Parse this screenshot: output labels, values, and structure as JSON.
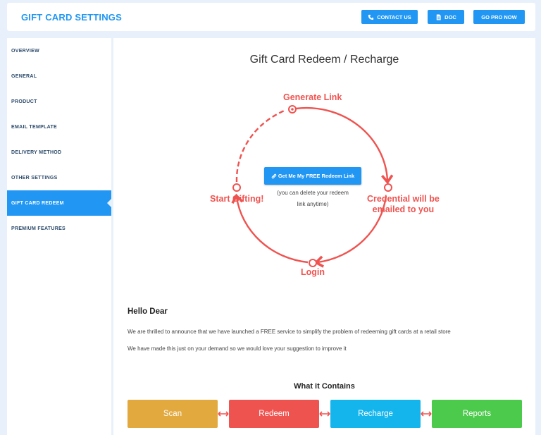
{
  "header": {
    "title": "GIFT CARD SETTINGS",
    "buttons": {
      "contact": "CONTACT US",
      "doc": "DOC",
      "pro": "GO PRO NOW"
    }
  },
  "sidebar": {
    "items": [
      {
        "label": "OVERVIEW"
      },
      {
        "label": "GENERAL"
      },
      {
        "label": "PRODUCT"
      },
      {
        "label": "EMAIL TEMPLATE"
      },
      {
        "label": "DELIVERY METHOD"
      },
      {
        "label": "OTHER SETTINGS"
      },
      {
        "label": "GIFT CARD REDEEM",
        "active": true
      },
      {
        "label": "PREMIUM FEATURES"
      }
    ]
  },
  "main": {
    "title": "Gift Card Redeem / Recharge",
    "flow": {
      "generate": "Generate Link",
      "start": "Start Gifting!",
      "credential_line1": "Credential will be",
      "credential_line2": "emailed to you",
      "login": "Login"
    },
    "redeem_button": "Get Me My FREE Redeem Link",
    "redeem_note_line1": "(you can delete your redeem",
    "redeem_note_line2": "link anytime)",
    "hello": "Hello Dear",
    "para1": "We are thrilled to announce that we have launched a FREE service to simplify the problem of redeeming gift cards at a retail store",
    "para2": "We have made this just on your demand so we would love your suggestion to improve it",
    "contains_title": "What it Contains",
    "boxes": {
      "scan": "Scan",
      "redeem": "Redeem",
      "recharge": "Recharge",
      "reports": "Reports"
    }
  },
  "colors": {
    "accent": "#2196f3",
    "flow_red": "#ef5350",
    "scan": "#e2a93f",
    "redeem": "#ef5350",
    "recharge": "#14b5ec",
    "reports": "#4cca4c"
  },
  "icons": [
    "phone-icon",
    "document-icon",
    "link-icon",
    "double-arrow-icon"
  ]
}
